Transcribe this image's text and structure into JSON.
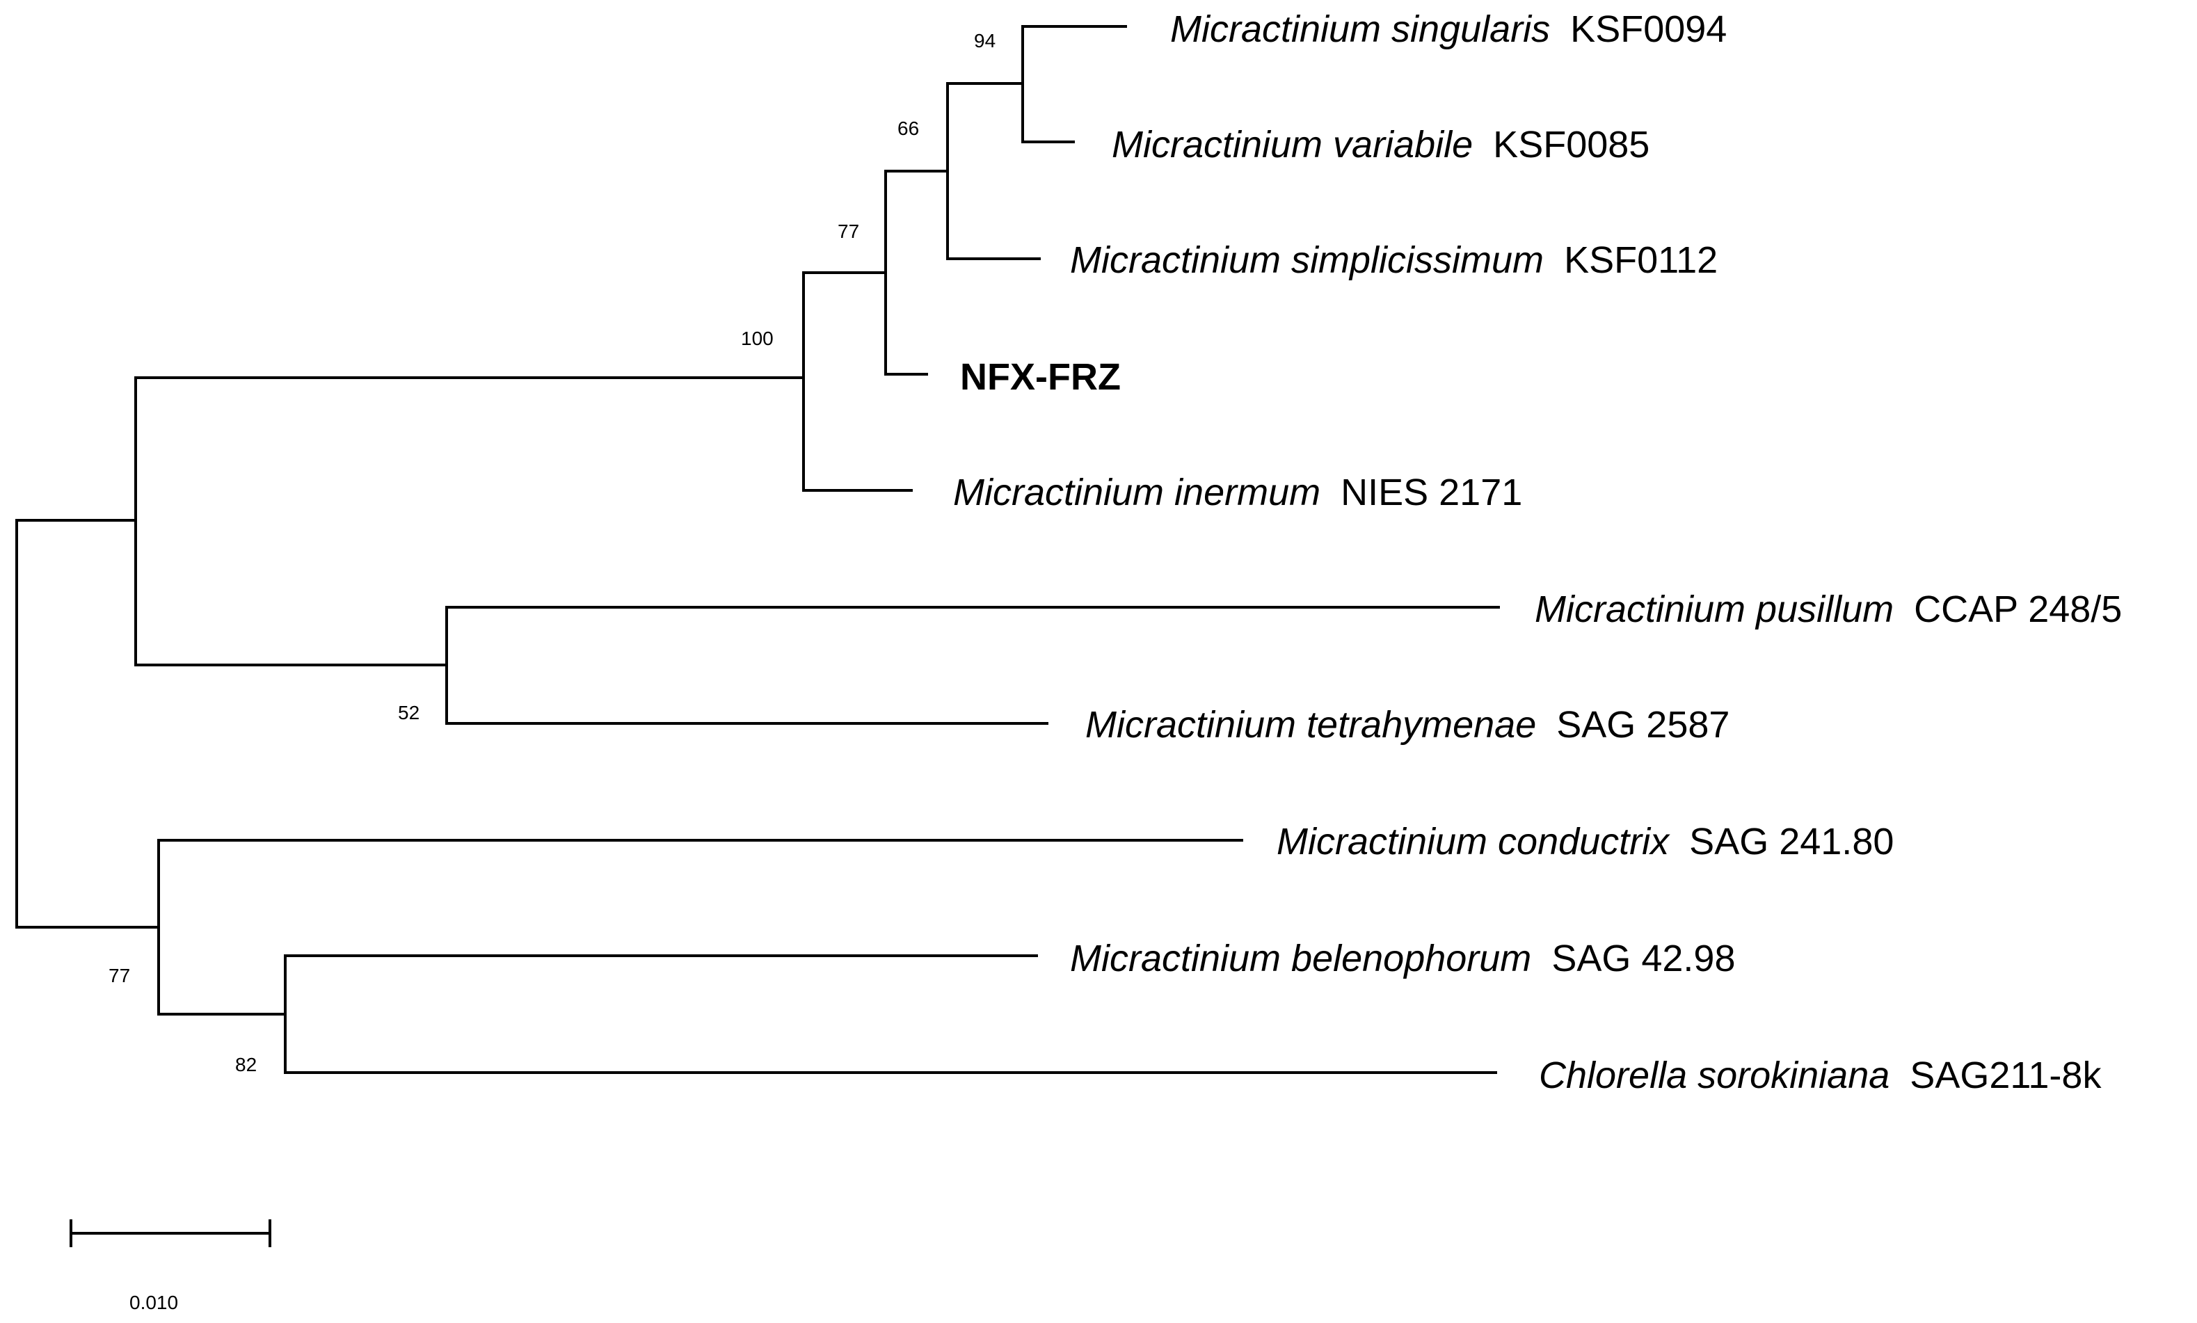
{
  "tree": {
    "taxa": [
      {
        "id": "t1",
        "species": "Micractinium singularis",
        "strain": "KSF0094",
        "bold": false
      },
      {
        "id": "t2",
        "species": "Micractinium variabile",
        "strain": "KSF0085",
        "bold": false
      },
      {
        "id": "t3",
        "species": "Micractinium simplicissimum",
        "strain": "KSF0112",
        "bold": false
      },
      {
        "id": "t4",
        "species": "",
        "strain": "NFX-FRZ",
        "bold": true
      },
      {
        "id": "t5",
        "species": "Micractinium inermum",
        "strain": "NIES 2171",
        "bold": false
      },
      {
        "id": "t6",
        "species": "Micractinium pusillum",
        "strain": "CCAP 248/5",
        "bold": false
      },
      {
        "id": "t7",
        "species": "Micractinium tetrahymenae",
        "strain": "SAG 2587",
        "bold": false
      },
      {
        "id": "t8",
        "species": "Micractinium conductrix",
        "strain": "SAG 241.80",
        "bold": false
      },
      {
        "id": "t9",
        "species": "Micractinium belenophorum",
        "strain": "SAG 42.98",
        "bold": false
      },
      {
        "id": "t10",
        "species": "Chlorella sorokiniana",
        "strain": "SAG211-8k",
        "bold": false
      }
    ],
    "support_values": [
      "94",
      "66",
      "77",
      "100",
      "52",
      "77",
      "82"
    ],
    "scale_bar": {
      "label": "0.010",
      "value": 0.01
    }
  }
}
